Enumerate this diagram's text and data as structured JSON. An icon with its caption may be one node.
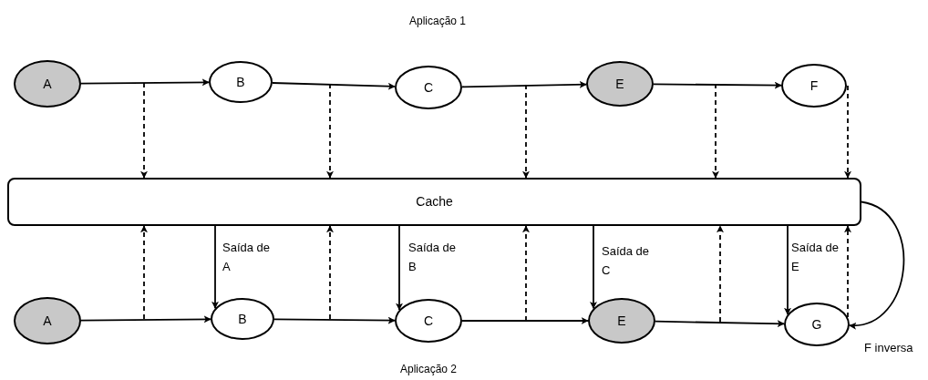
{
  "diagram": {
    "nodes": [
      {
        "text": [
          "A"
        ]
      },
      {
        "text": [
          "B"
        ]
      },
      {
        "text": [
          "C"
        ]
      },
      {
        "text": [
          "E"
        ]
      },
      {
        "text": [
          "F"
        ]
      },
      {
        "text": [
          "Cache"
        ]
      },
      {
        "text": [
          "A"
        ]
      },
      {
        "text": [
          "B"
        ]
      },
      {
        "text": [
          "C"
        ]
      },
      {
        "text": [
          "E"
        ]
      },
      {
        "text": [
          "G"
        ]
      }
    ],
    "edges": [
      {
        "from": 0,
        "to": 1,
        "arrow": "to"
      },
      {
        "from": 1,
        "to": 2,
        "arrow": "to"
      },
      {
        "from": 2,
        "to": 3,
        "arrow": "to"
      },
      {
        "from": 3,
        "to": 4,
        "arrow": "to"
      },
      {
        "from": null,
        "to": 5,
        "arrow": "to",
        "style": "dashed"
      },
      {
        "from": null,
        "to": 5,
        "arrow": "to",
        "style": "dashed"
      },
      {
        "from": null,
        "to": 5,
        "arrow": "to",
        "style": "dashed"
      },
      {
        "from": null,
        "to": 5,
        "arrow": "to",
        "style": "dashed"
      },
      {
        "from": 4,
        "to": 5,
        "arrow": "to",
        "style": "dashed"
      },
      {
        "from": 6,
        "to": 7,
        "arrow": "to"
      },
      {
        "from": 7,
        "to": 8,
        "arrow": "to"
      },
      {
        "from": 8,
        "to": 9,
        "arrow": "to"
      },
      {
        "from": 9,
        "to": 10,
        "arrow": "to"
      },
      {
        "from": null,
        "to": 5,
        "arrow": "to",
        "style": "dashed"
      },
      {
        "from": null,
        "to": 5,
        "arrow": "to",
        "style": "dashed"
      },
      {
        "from": null,
        "to": 5,
        "arrow": "to",
        "style": "dashed"
      },
      {
        "from": null,
        "to": 5,
        "arrow": "to",
        "style": "dashed"
      },
      {
        "from": 10,
        "to": 5,
        "arrow": "to",
        "style": "dashed"
      },
      {
        "from": 5,
        "to": 7,
        "arrow": "to",
        "label": "Saída de A"
      },
      {
        "from": 5,
        "to": 8,
        "arrow": "to",
        "label": "Saída de B"
      },
      {
        "from": 5,
        "to": 9,
        "arrow": "to",
        "label": "Saída de C"
      },
      {
        "from": 5,
        "to": 10,
        "arrow": "to",
        "label": "Saída de E"
      },
      {
        "from": 5,
        "to": 10,
        "arrow": "to",
        "label": "F inversa"
      }
    ],
    "labels": [
      "Aplicação 1",
      "Aplicação 2"
    ]
  }
}
